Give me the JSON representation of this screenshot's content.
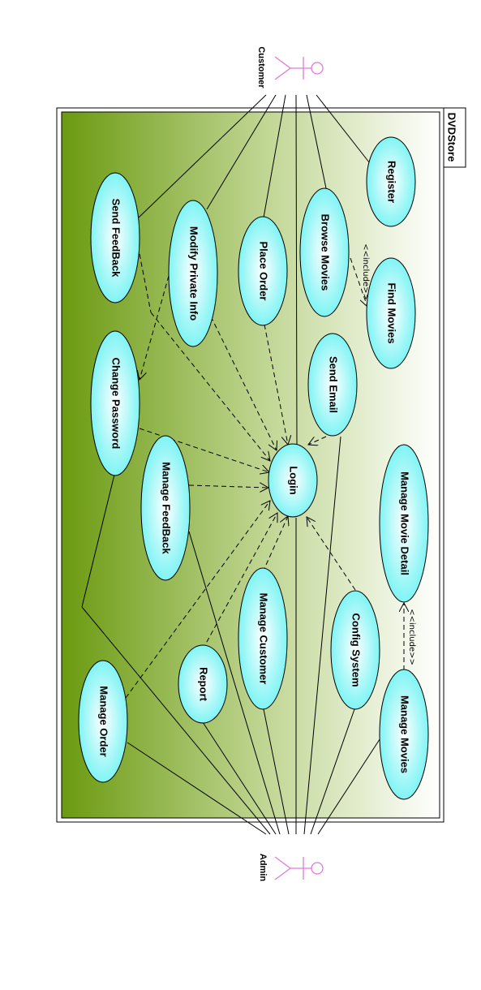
{
  "system": {
    "name": "DVDStore"
  },
  "actors": {
    "customer": "Customer",
    "admin": "Admin"
  },
  "use_cases": {
    "register": "Register",
    "find_movies": "Find Movies",
    "browse_movies": "Browse Movies",
    "place_order": "Place Order",
    "modify_private_info": "Modify Private Info",
    "send_feedback": "Send FeedBack",
    "send_email": "Send Email",
    "change_password": "Change Password",
    "manage_feedback": "Manage FeedBack",
    "login": "Login",
    "manage_movie_detail": "Manage Movie Detail",
    "config_system": "Config System",
    "manage_customer": "Manage Customer",
    "report": "Report",
    "manage_order": "Manage Order",
    "manage_movies": "Manage Movies"
  },
  "stereotypes": {
    "include_browse_find": "<<include>>",
    "include_movies_detail": "<<include>>"
  },
  "colors": {
    "gradient_dark": "#6b9a10",
    "gradient_light": "#ffffff",
    "usecase_fill": "#7ff5f5",
    "actor": "#e07ad8"
  }
}
